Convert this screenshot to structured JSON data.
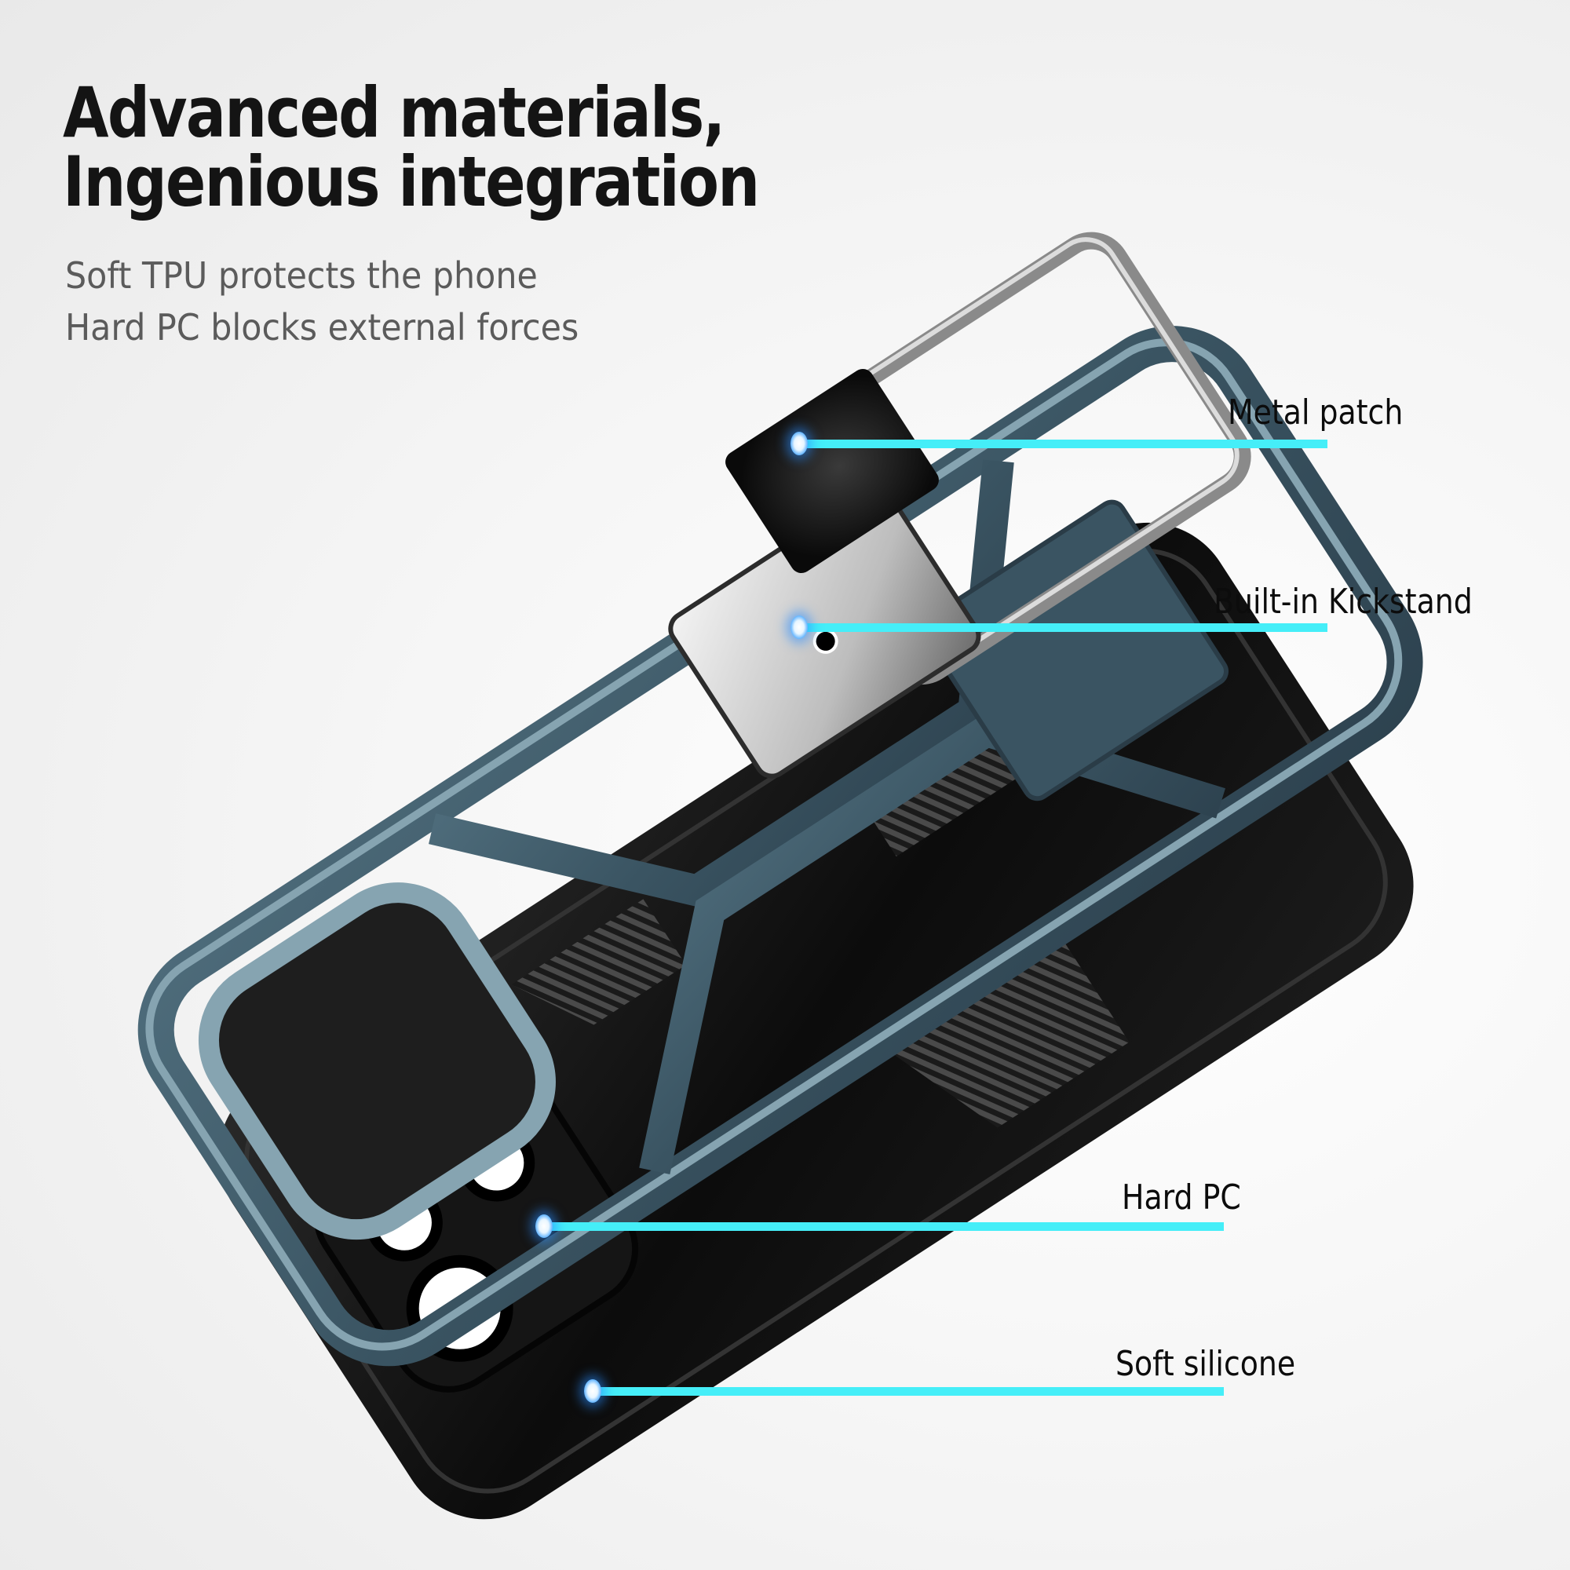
{
  "headline": {
    "line1": "Advanced materials,",
    "line2": "Ingenious integration"
  },
  "subtitle": {
    "line1": "Soft TPU protects the phone",
    "line2": "Hard PC blocks external forces"
  },
  "callouts": [
    {
      "label": "Metal patch"
    },
    {
      "label": "Built-in Kickstand"
    },
    {
      "label": "Hard PC"
    },
    {
      "label": "Soft silicone"
    }
  ],
  "colors": {
    "callout_line": "#45eef8",
    "callout_dot_glow": "#2a8cff",
    "frame_blue": "#3d5866",
    "frame_highlight": "#86a4b1",
    "case_black": "#0e0e0e",
    "text_dark": "#141414",
    "text_gray": "#5b5b5b"
  }
}
